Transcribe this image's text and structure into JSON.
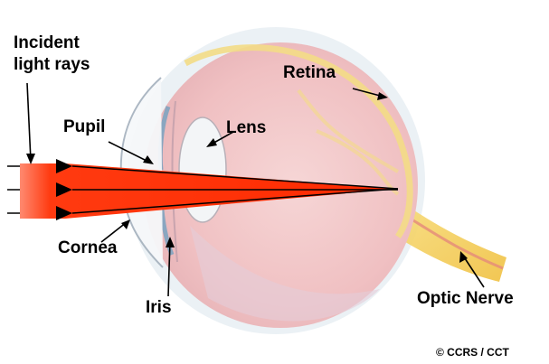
{
  "labels": {
    "incident_line1": "Incident",
    "incident_line2": "light rays",
    "pupil": "Pupil",
    "lens": "Lens",
    "retina": "Retina",
    "cornea": "Cornea",
    "iris": "Iris",
    "optic_nerve": "Optic Nerve",
    "copyright": "© CCRS / CCT"
  },
  "colors": {
    "light_rays": "#ff3a10",
    "eyeball_fill": "#f2c8c8",
    "sclera_edge": "#e8eef2",
    "retina_line": "#f0d878",
    "optic_nerve": "#f4d060",
    "iris": "#8aa6c0",
    "arrow": "#000000"
  }
}
